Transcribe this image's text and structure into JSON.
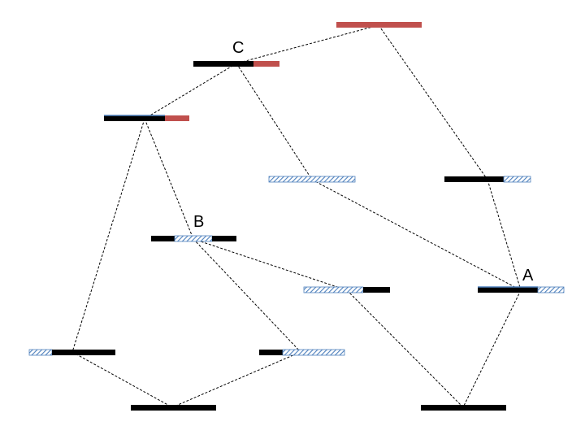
{
  "diagram": {
    "labels": {
      "c": "C",
      "b": "B",
      "a": "A"
    },
    "colors": {
      "solid": "#000000",
      "highlight": "#c0504d",
      "hatch": "#4f81bd",
      "edge": "#000000"
    }
  }
}
